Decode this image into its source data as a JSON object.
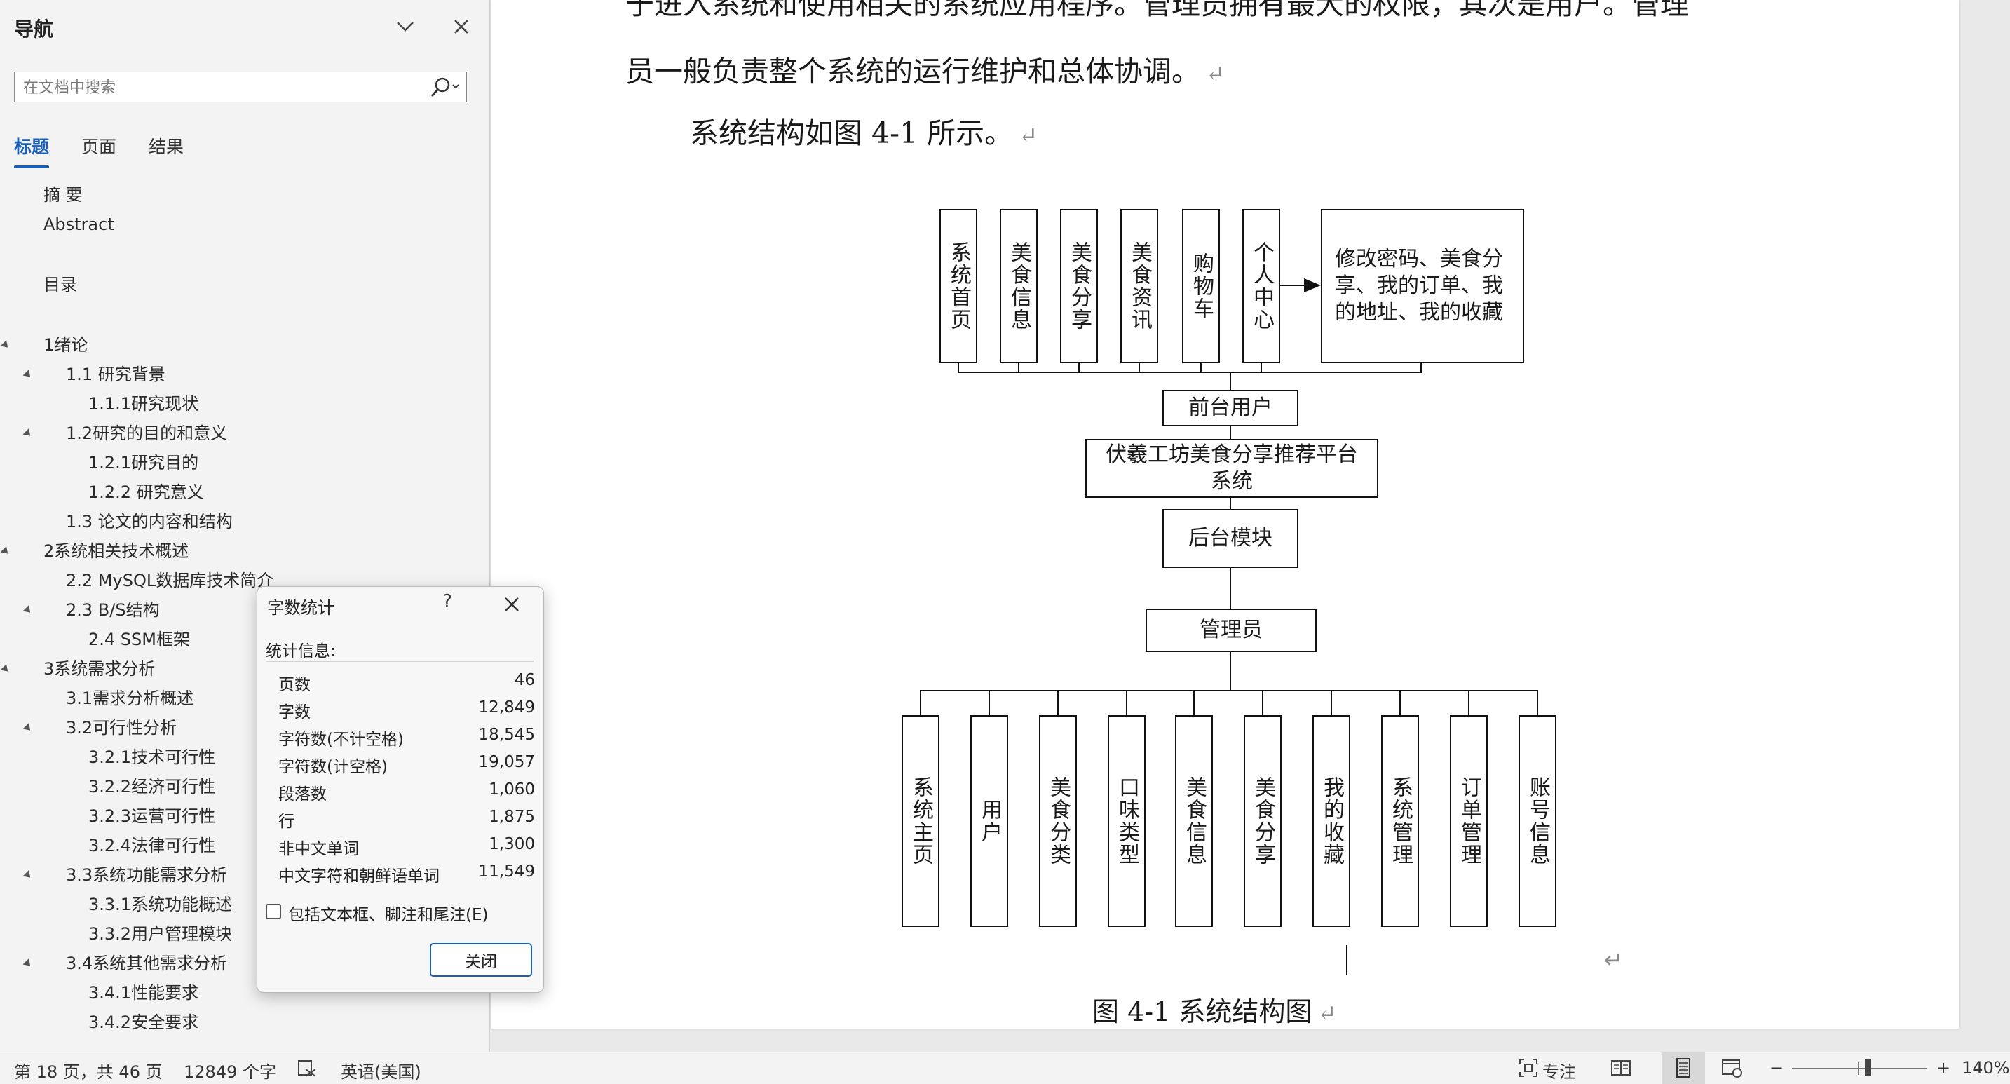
{
  "nav": {
    "title": "导航",
    "search_placeholder": "在文档中搜索",
    "tabs": [
      "标题",
      "页面",
      "结果"
    ],
    "headings": [
      {
        "text": "摘  要",
        "level": 1,
        "expandable": false
      },
      {
        "text": "Abstract",
        "level": 1,
        "expandable": false
      },
      {
        "text": "目录",
        "level": 1,
        "expandable": false
      },
      {
        "text": "1绪论",
        "level": 1,
        "expandable": true
      },
      {
        "text": "1.1 研究背景",
        "level": 2,
        "expandable": true
      },
      {
        "text": "1.1.1研究现状",
        "level": 3,
        "expandable": false
      },
      {
        "text": "1.2研究的目的和意义",
        "level": 2,
        "expandable": true
      },
      {
        "text": "1.2.1研究目的",
        "level": 3,
        "expandable": false
      },
      {
        "text": "1.2.2 研究意义",
        "level": 3,
        "expandable": false
      },
      {
        "text": "1.3 论文的内容和结构",
        "level": 2,
        "expandable": false
      },
      {
        "text": "2系统相关技术概述",
        "level": 1,
        "expandable": true
      },
      {
        "text": "2.2 MySQL数据库技术简介",
        "level": 2,
        "expandable": false
      },
      {
        "text": "2.3 B/S结构",
        "level": 2,
        "expandable": true
      },
      {
        "text": "2.4 SSM框架",
        "level": 3,
        "expandable": false
      },
      {
        "text": "3系统需求分析",
        "level": 1,
        "expandable": true
      },
      {
        "text": "3.1需求分析概述",
        "level": 2,
        "expandable": false
      },
      {
        "text": "3.2可行性分析",
        "level": 2,
        "expandable": true
      },
      {
        "text": "3.2.1技术可行性",
        "level": 3,
        "expandable": false
      },
      {
        "text": "3.2.2经济可行性",
        "level": 3,
        "expandable": false
      },
      {
        "text": "3.2.3运营可行性",
        "level": 3,
        "expandable": false
      },
      {
        "text": "3.2.4法律可行性",
        "level": 3,
        "expandable": false
      },
      {
        "text": "3.3系统功能需求分析",
        "level": 2,
        "expandable": true
      },
      {
        "text": "3.3.1系统功能概述",
        "level": 3,
        "expandable": false
      },
      {
        "text": "3.3.2用户管理模块",
        "level": 3,
        "expandable": false
      },
      {
        "text": "3.4系统其他需求分析",
        "level": 2,
        "expandable": true
      },
      {
        "text": "3.4.1性能要求",
        "level": 3,
        "expandable": false
      },
      {
        "text": "3.4.2安全要求",
        "level": 3,
        "expandable": false
      }
    ]
  },
  "document": {
    "paragraphs": [
      "于进入系统和使用相关的系统应用程序。管理员拥有最大的权限，其次是用户。管理",
      "员一般负责整个系统的运行维护和总体协调。",
      "系统结构如图 4-1 所示。"
    ],
    "diagram": {
      "top_modules": [
        "系统首页",
        "美食信息",
        "美食分享",
        "美食资讯",
        "购物车",
        "个人中心"
      ],
      "personal_center_detail": "修改密码、美食分享、我的订单、我的地址、我的收藏",
      "front_user": "前台用户",
      "system_name": "伏羲工坊美食分享推荐平台系统",
      "backend": "后台模块",
      "admin": "管理员",
      "admin_modules": [
        "系统主页",
        "用户",
        "美食分类",
        "口味类型",
        "美食信息",
        "美食分享",
        "我的收藏",
        "系统管理",
        "订单管理",
        "账号信息"
      ]
    },
    "caption": "图 4-1 系统结构图"
  },
  "dialog": {
    "title": "字数统计",
    "help": "?",
    "section": "统计信息:",
    "stats": [
      {
        "label": "页数",
        "value": "46"
      },
      {
        "label": "字数",
        "value": "12,849"
      },
      {
        "label": "字符数(不计空格)",
        "value": "18,545"
      },
      {
        "label": "字符数(计空格)",
        "value": "19,057"
      },
      {
        "label": "段落数",
        "value": "1,060"
      },
      {
        "label": "行",
        "value": "1,875"
      },
      {
        "label": "非中文单词",
        "value": "1,300"
      },
      {
        "label": "中文字符和朝鲜语单词",
        "value": "11,549"
      }
    ],
    "checkbox_label": "包括文本框、脚注和尾注(E)",
    "checkbox_checked": false,
    "close_label": "关闭"
  },
  "status": {
    "page": "第 18 页，共 46 页",
    "words": "12849 个字",
    "language": "英语(美国)",
    "focus": "专注",
    "zoom_minus": "−",
    "zoom_plus": "+",
    "zoom_level": "140%",
    "zoom_fraction": 0.4
  },
  "colors": {
    "accent": "#1a5fb4"
  }
}
